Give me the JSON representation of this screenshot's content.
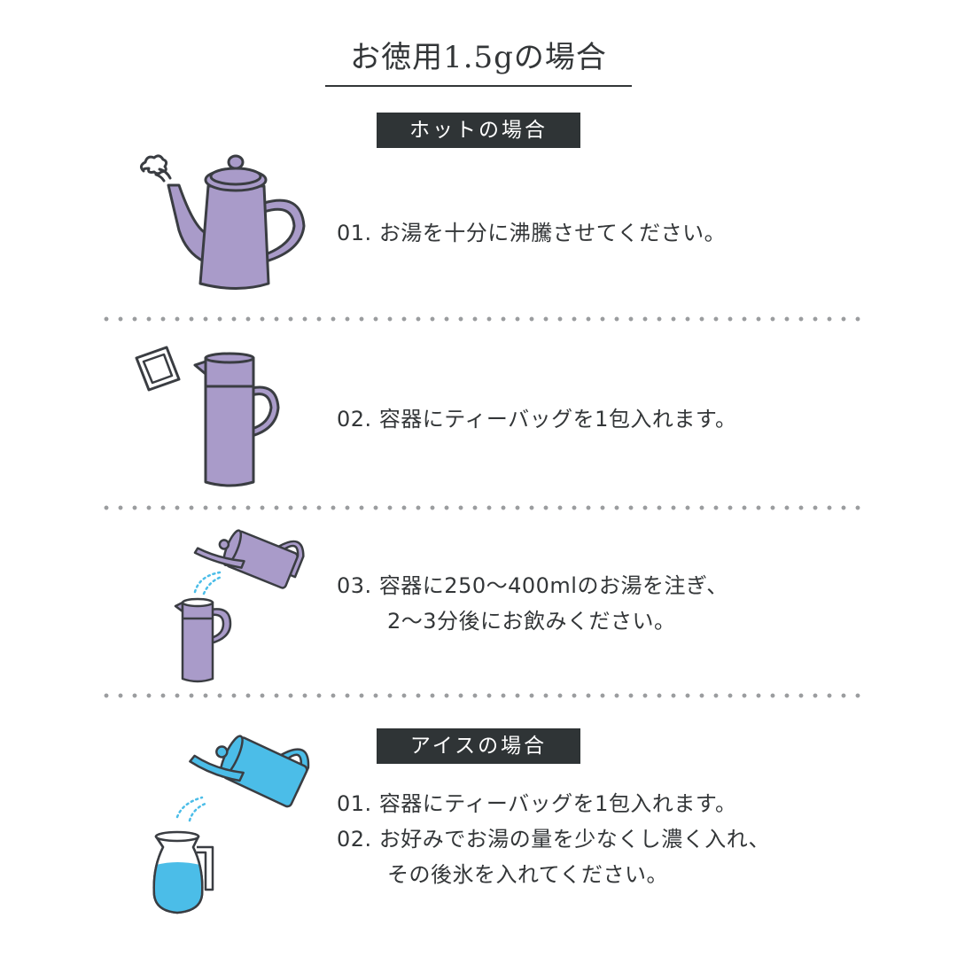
{
  "page": {
    "title": "お徳用1.5gの場合",
    "colors": {
      "text": "#333638",
      "banner_bg": "#2f3436",
      "banner_text": "#ffffff",
      "hot_fill": "#a99bc9",
      "ice_fill": "#4bbde8",
      "outline": "#3a3d42",
      "separator_dots": "#9b9d9f"
    }
  },
  "hot": {
    "banner": "ホットの場合",
    "steps": [
      {
        "number": "01.",
        "lines": [
          "お湯を十分に沸騰させてください。"
        ],
        "icon": "boiling-kettle-icon"
      },
      {
        "number": "02.",
        "lines": [
          "容器にティーバッグを1包入れます。"
        ],
        "icon": "teabag-and-pitcher-icon"
      },
      {
        "number": "03.",
        "lines": [
          "容器に250〜400mlのお湯を注ぎ、",
          "2〜3分後にお飲みください。"
        ],
        "icon": "pouring-kettle-icon"
      }
    ]
  },
  "ice": {
    "banner": "アイスの場合",
    "steps": [
      {
        "number": "01.",
        "lines": [
          "容器にティーバッグを1包入れます。"
        ]
      },
      {
        "number": "02.",
        "lines": [
          "お好みでお湯の量を少なくし濃く入れ、",
          "その後氷を入れてください。"
        ]
      }
    ],
    "icon": "iced-tea-pouring-icon"
  }
}
